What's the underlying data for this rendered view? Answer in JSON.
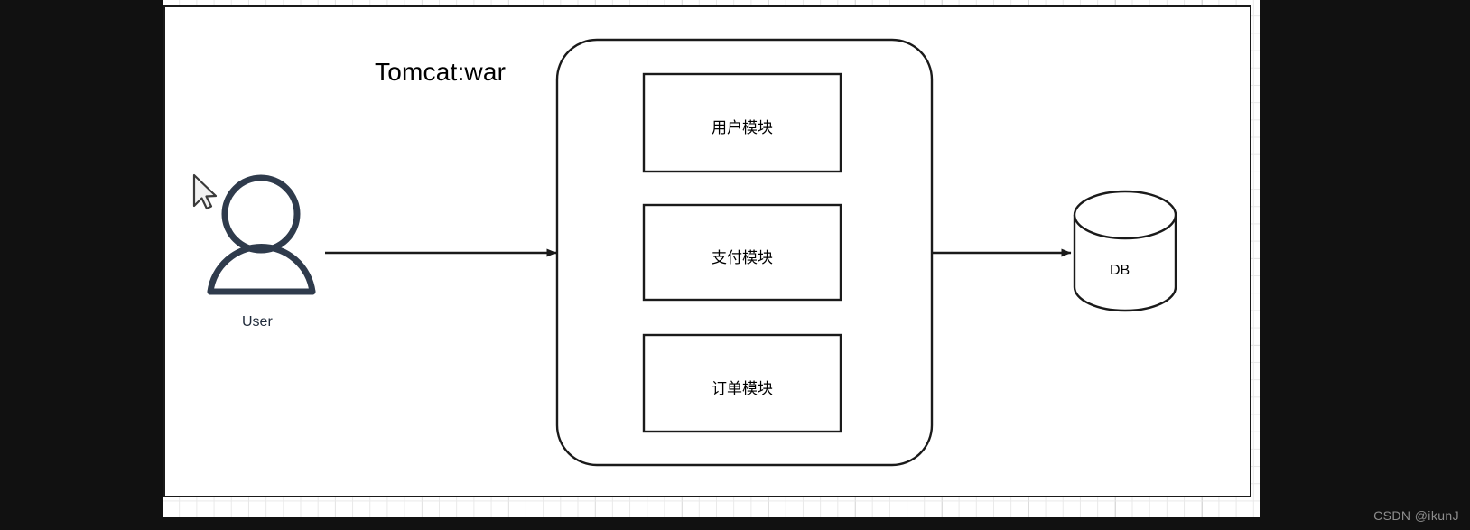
{
  "diagram": {
    "title_label": "Tomcat:war",
    "actor": {
      "icon": "user-person-icon",
      "label": "User"
    },
    "container": {
      "name": "tomcat-war-container",
      "shape": "rounded-rectangle",
      "modules": [
        {
          "id": "user-module",
          "label": "用户模块"
        },
        {
          "id": "payment-module",
          "label": "支付模块"
        },
        {
          "id": "order-module",
          "label": "订单模块"
        }
      ]
    },
    "datastore": {
      "icon": "database-cylinder-icon",
      "label": "DB"
    },
    "connectors": [
      {
        "id": "user-to-tomcat",
        "from": "User",
        "to": "Tomcat:war",
        "style": "solid-arrow"
      },
      {
        "id": "tomcat-to-db",
        "from": "Tomcat:war",
        "to": "DB",
        "style": "solid-arrow"
      }
    ],
    "cursor": {
      "icon": "mouse-pointer-icon"
    },
    "colors": {
      "stroke": "#1a1a1a",
      "actor_stroke": "#2f3b4c",
      "canvas": "#ffffff",
      "grid": "#e9e9e9",
      "backdrop": "#111111",
      "watermark": "#8e8e8e"
    }
  },
  "watermark": {
    "text": "CSDN @ikunJ"
  }
}
